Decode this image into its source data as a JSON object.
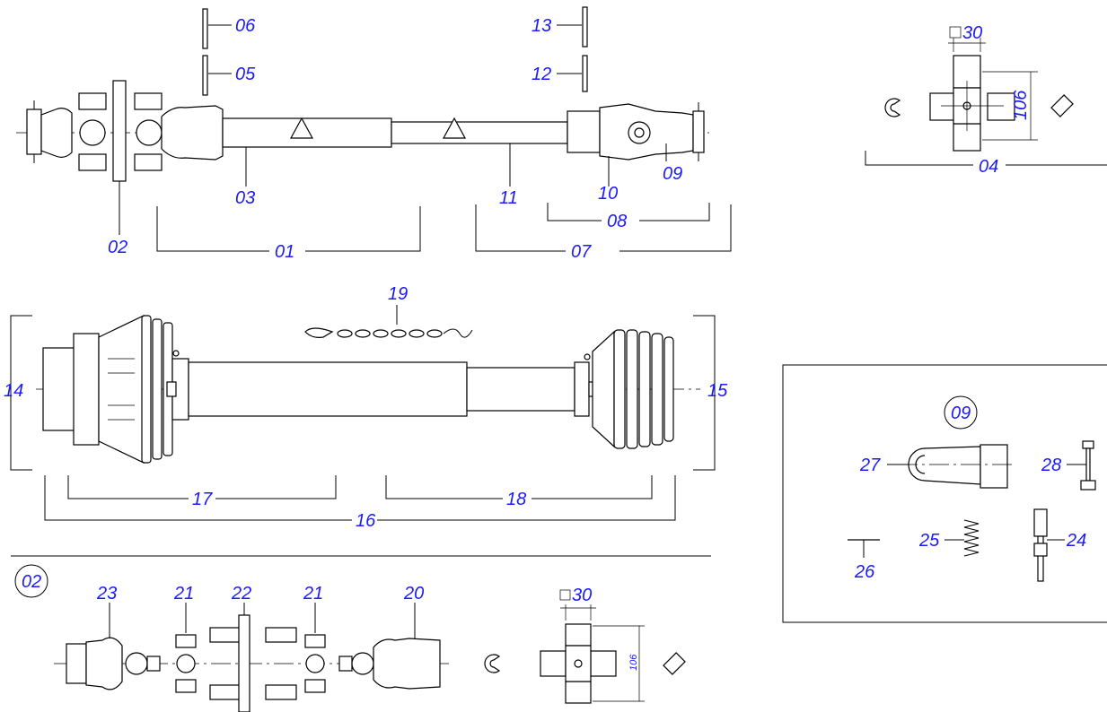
{
  "labels": {
    "l01": "01",
    "l02": "02",
    "l03": "03",
    "l04": "04",
    "l05": "05",
    "l06": "06",
    "l07": "07",
    "l08": "08",
    "l09": "09",
    "l10": "10",
    "l11": "11",
    "l12": "12",
    "l13": "13",
    "l14": "14",
    "l15": "15",
    "l16": "16",
    "l17": "17",
    "l18": "18",
    "l19": "19",
    "l20": "20",
    "l21a": "21",
    "l21b": "21",
    "l22": "22",
    "l23": "23",
    "l24": "24",
    "l25": "25",
    "l26": "26",
    "l27": "27",
    "l28": "28"
  },
  "callouts": {
    "circle_02": "02",
    "circle_09": "09"
  },
  "dimensions": {
    "square_top": "30",
    "length_top": "106",
    "square_bottom": "30",
    "length_bottom": "106"
  }
}
